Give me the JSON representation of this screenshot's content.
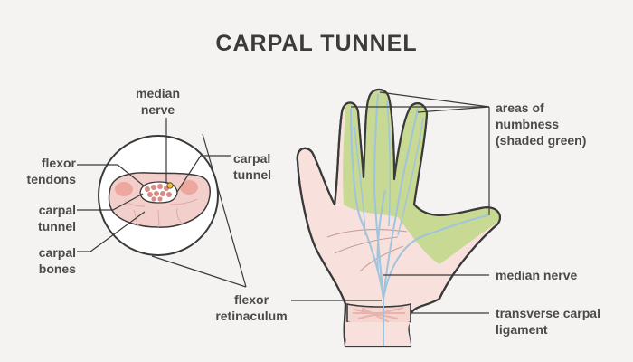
{
  "title": "CARPAL TUNNEL",
  "labels": {
    "median_nerve_top": [
      "median",
      "nerve"
    ],
    "flexor_tendons": [
      "flexor",
      "tendons"
    ],
    "carpal_tunnel_left": [
      "carpal",
      "tunnel"
    ],
    "carpal_bones": [
      "carpal",
      "bones"
    ],
    "carpal_tunnel_right": [
      "carpal",
      "tunnel"
    ],
    "flexor_retinaculum": [
      "flexor",
      "retinaculum"
    ],
    "areas_of_numbness": [
      "areas of",
      "numbness",
      "(shaded green)"
    ],
    "median_nerve_hand": [
      "median nerve"
    ],
    "transverse_carpal_ligament": [
      "transverse carpal",
      "ligament"
    ]
  },
  "colors": {
    "skin": "#f8e1dc",
    "outline": "#3a3a3a",
    "numb_green": "#c7d992",
    "nerve_blue": "#9fc4de",
    "bone_pink": "#efc3bf",
    "tendon": "#d88a84",
    "nerve_yellow": "#f2c12e"
  }
}
